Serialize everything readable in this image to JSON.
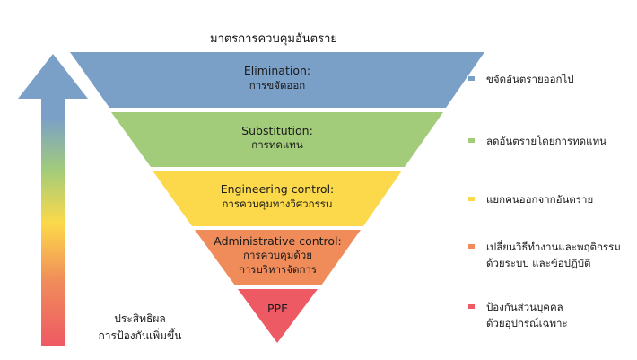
{
  "title": "มาตรการควบคุมอันตราย",
  "tiers": [
    {
      "en": "Elimination:",
      "th": "การขจัดออก",
      "color": "#7aa0c8"
    },
    {
      "en": "Substitution:",
      "th": "การทดแทน",
      "color": "#a3cc7a"
    },
    {
      "en": "Engineering control:",
      "th": "การควบคุมทางวิศวกรรม",
      "color": "#fcd94a"
    },
    {
      "en": "Administrative control:",
      "th": "การควบคุมด้วย การบริหารจัดการ",
      "th_lines": [
        "การควบคุมด้วย",
        "การบริหารจัดการ"
      ],
      "color": "#f08c5a"
    },
    {
      "en": "PPE",
      "th": "",
      "color": "#ee5a64"
    }
  ],
  "legend": [
    {
      "lines": [
        "ขจัดอันตรายออกไป"
      ],
      "color": "#7aa0c8"
    },
    {
      "lines": [
        "ลดอันตรายโดยการทดแทน"
      ],
      "color": "#a3cc7a"
    },
    {
      "lines": [
        "แยกคนออกจากอันตราย"
      ],
      "color": "#fcd94a"
    },
    {
      "lines": [
        "เปลี่ยนวิธีทำงานและพฤติกรรม",
        "ด้วยระบบ และข้อปฏิบัติ"
      ],
      "color": "#f08c5a"
    },
    {
      "lines": [
        "ป้องกันส่วนบุคคล",
        "ด้วยอุปกรณ์เฉพาะ"
      ],
      "color": "#ee5a64"
    }
  ],
  "arrow_caption": [
    "ประสิทธิผล",
    "การป้องกันเพิ่มขึ้น"
  ]
}
